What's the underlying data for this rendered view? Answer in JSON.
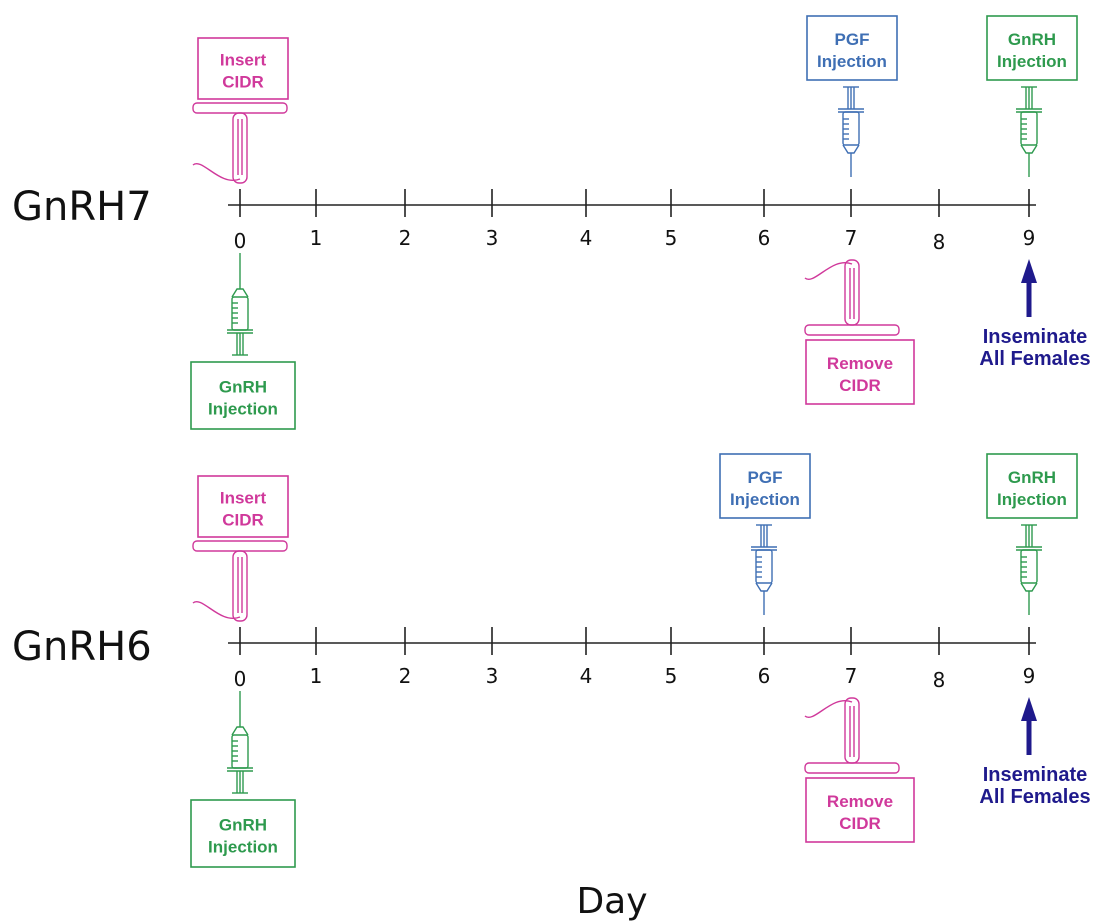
{
  "colors": {
    "gnrh": "#2e9a4e",
    "pgf": "#3f6fb4",
    "cidr": "#d0399b",
    "inseminate": "#1f1a8c",
    "axis": "#222222"
  },
  "axis_title": "Day",
  "timelines": [
    {
      "name": "GnRH7",
      "ticks": [
        0,
        1,
        2,
        3,
        4,
        5,
        6,
        7,
        8,
        9
      ],
      "events": [
        {
          "day": 0,
          "kind": "cidr",
          "side": "top",
          "lines": [
            "Insert",
            "CIDR"
          ]
        },
        {
          "day": 0,
          "kind": "gnrh",
          "side": "bottom",
          "lines": [
            "GnRH",
            "Injection"
          ]
        },
        {
          "day": 7,
          "kind": "pgf",
          "side": "top",
          "lines": [
            "PGF",
            "Injection"
          ]
        },
        {
          "day": 7,
          "kind": "cidr",
          "side": "bottom",
          "lines": [
            "Remove",
            "CIDR"
          ]
        },
        {
          "day": 9,
          "kind": "gnrh",
          "side": "top",
          "lines": [
            "GnRH",
            "Injection"
          ]
        },
        {
          "day": 9,
          "kind": "inseminate",
          "side": "bottom",
          "lines": [
            "Inseminate",
            "All Females"
          ]
        }
      ]
    },
    {
      "name": "GnRH6",
      "ticks": [
        0,
        1,
        2,
        3,
        4,
        5,
        6,
        7,
        8,
        9
      ],
      "events": [
        {
          "day": 0,
          "kind": "cidr",
          "side": "top",
          "lines": [
            "Insert",
            "CIDR"
          ]
        },
        {
          "day": 0,
          "kind": "gnrh",
          "side": "bottom",
          "lines": [
            "GnRH",
            "Injection"
          ]
        },
        {
          "day": 6,
          "kind": "pgf",
          "side": "top",
          "lines": [
            "PGF",
            "Injection"
          ]
        },
        {
          "day": 7,
          "kind": "cidr",
          "side": "bottom",
          "lines": [
            "Remove",
            "CIDR"
          ]
        },
        {
          "day": 9,
          "kind": "gnrh",
          "side": "top",
          "lines": [
            "GnRH",
            "Injection"
          ]
        },
        {
          "day": 9,
          "kind": "inseminate",
          "side": "bottom",
          "lines": [
            "Inseminate",
            "All Females"
          ]
        }
      ]
    }
  ]
}
